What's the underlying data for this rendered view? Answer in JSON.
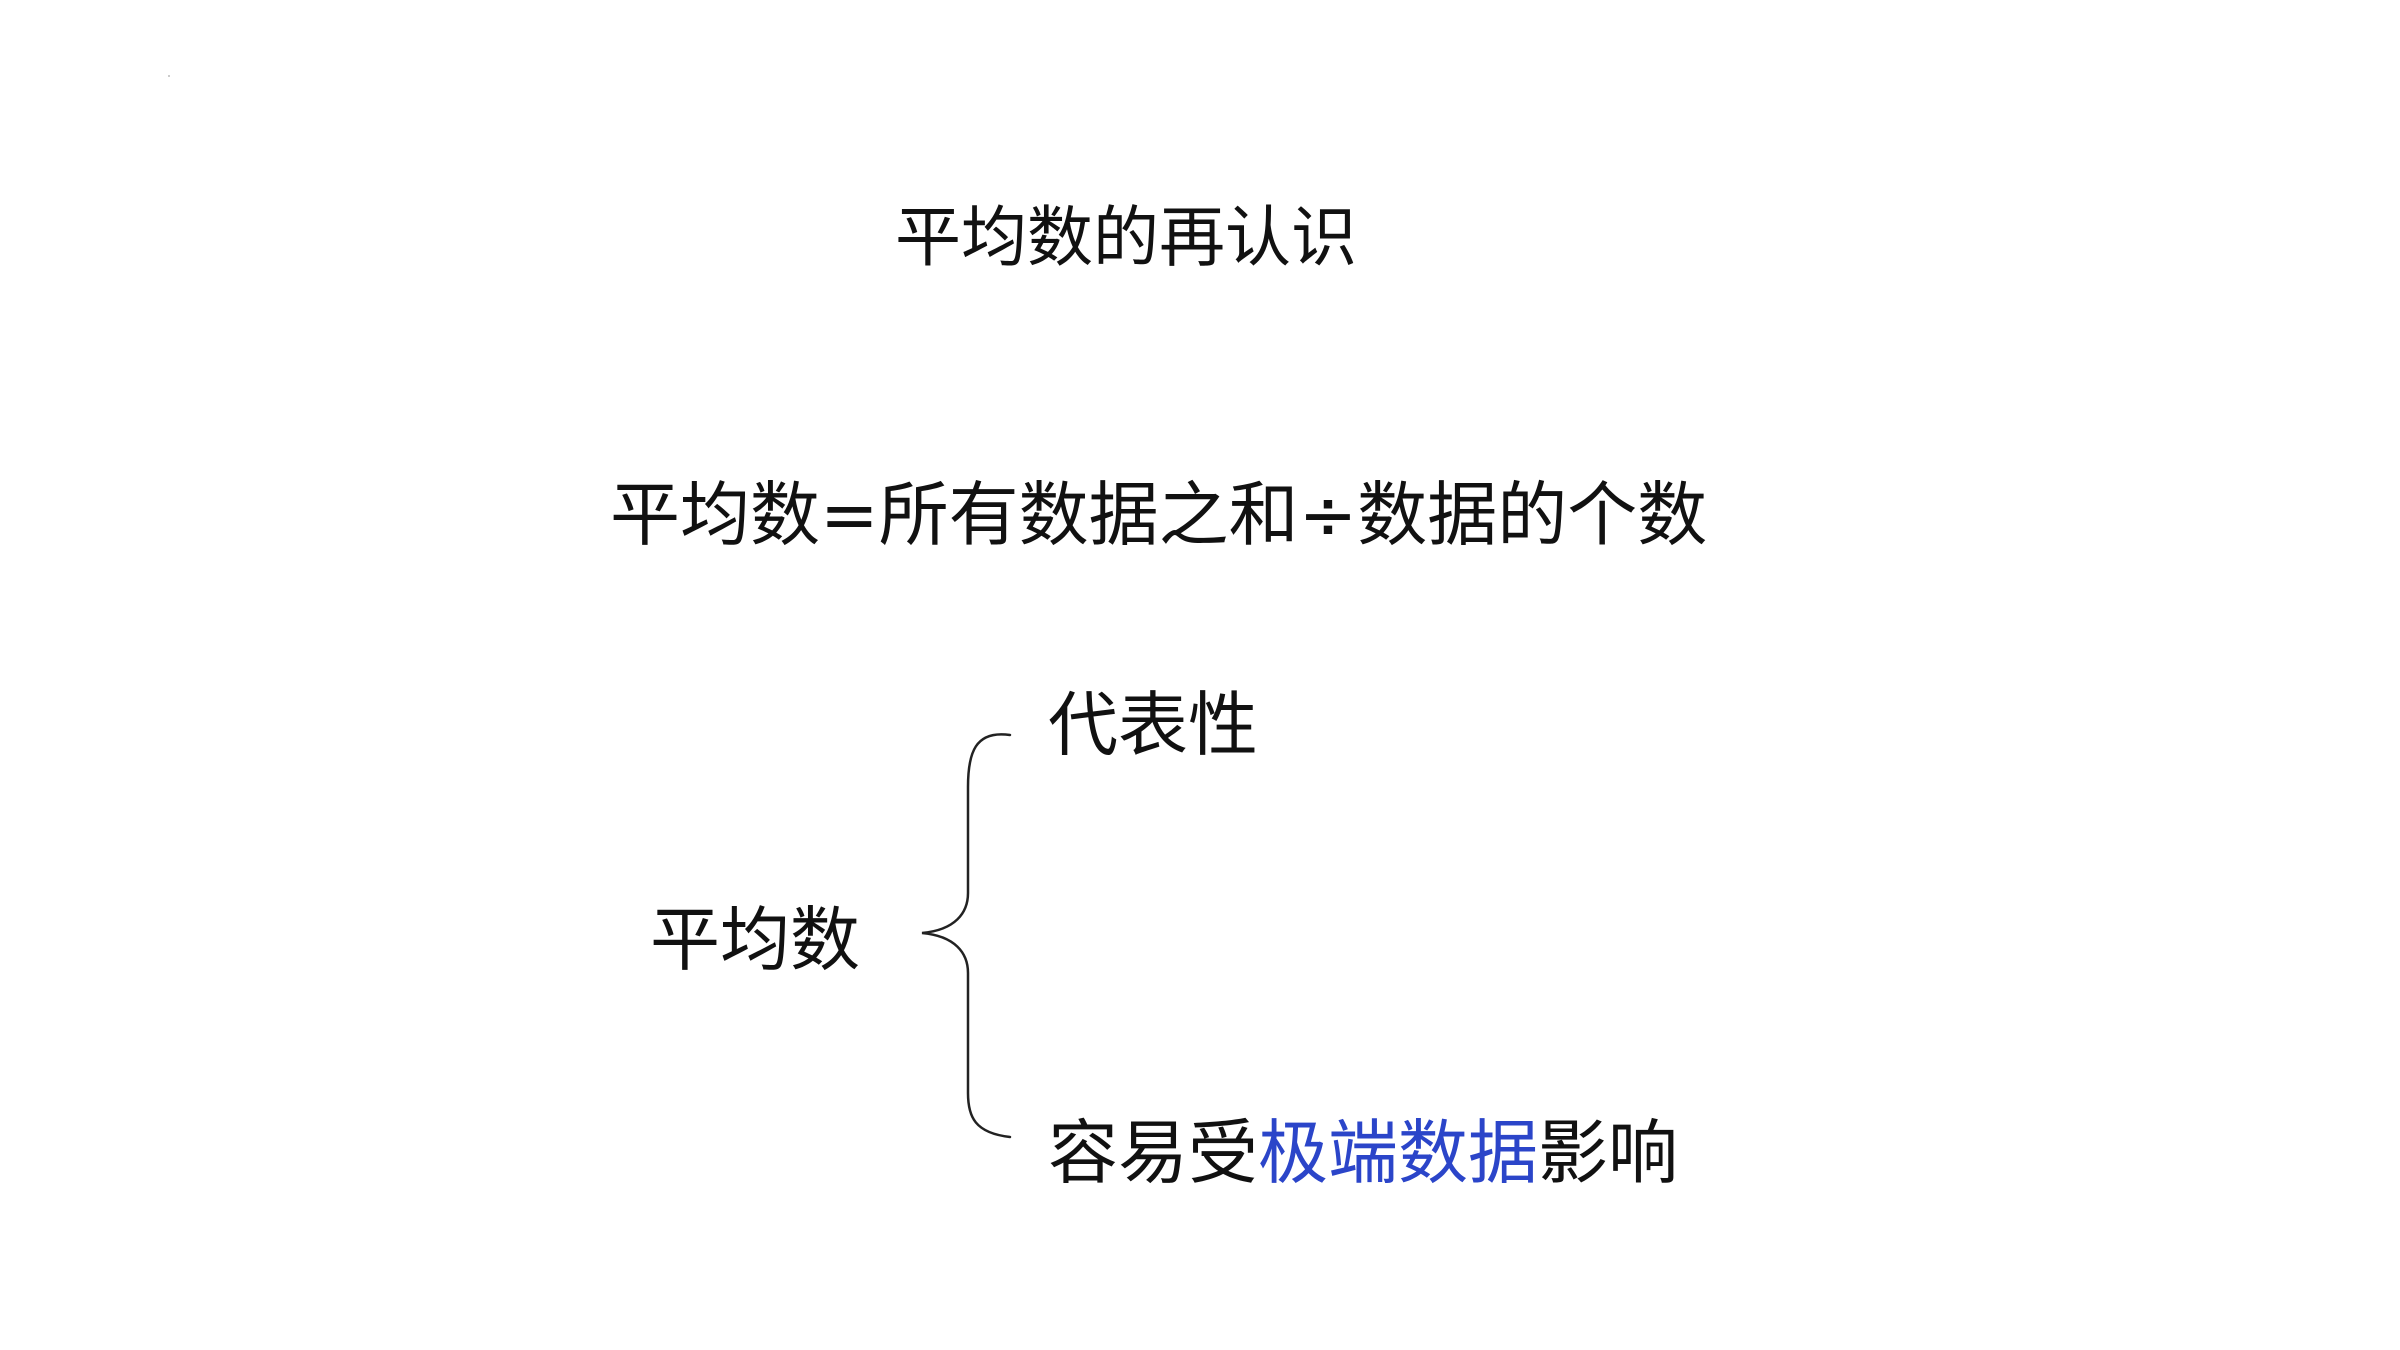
{
  "slide": {
    "title": "平均数的再认识",
    "formula": "平均数=所有数据之和÷数据的个数",
    "subject": "平均数",
    "properties": {
      "first": "代表性",
      "second_prefix": "容易受",
      "second_highlight": "极端数据",
      "second_suffix": "影响"
    },
    "colors": {
      "text": "#111111",
      "highlight": "#2b45c9",
      "background": "#ffffff"
    }
  }
}
